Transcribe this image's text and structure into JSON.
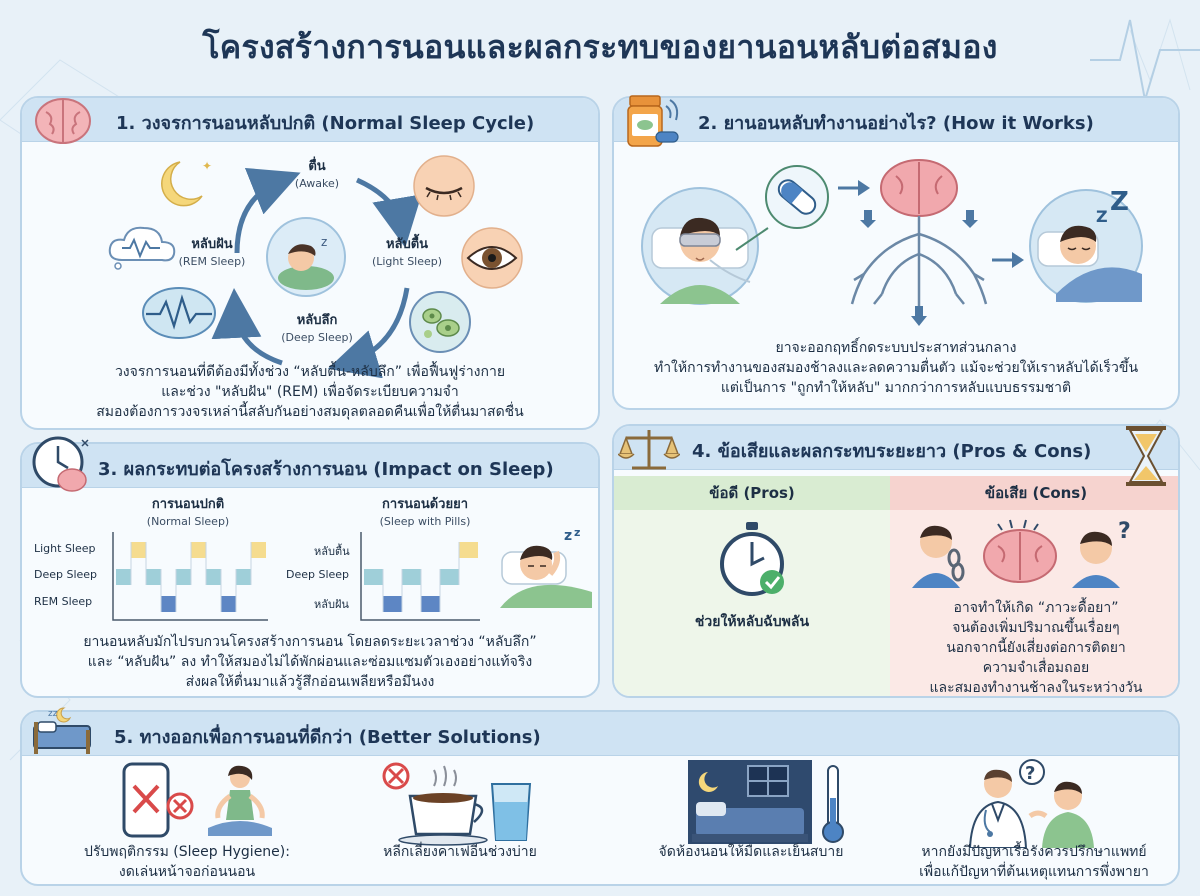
{
  "page_title": "โครงสร้างการนอนและผลกระทบของยานอนหลับต่อสมอง",
  "colors": {
    "navy": "#1e3656",
    "panel_head": "#cfe3f3",
    "panel_border": "#b9d3e8",
    "pros_head": "#d9ecd2",
    "pros_body": "#eef6ea",
    "cons_head": "#f6d3cf",
    "cons_body": "#fbe9e6",
    "light_sleep": "#f5dc8f",
    "deep_sleep": "#9fcfd9",
    "rem_sleep": "#5d86c4"
  },
  "panel1": {
    "title": "1. วงจรการนอนหลับปกติ (Normal Sleep Cycle)",
    "icon": "brain-icon",
    "stages": {
      "awake": {
        "th": "ตื่น",
        "en": "(Awake)"
      },
      "light": {
        "th": "หลับตื้น",
        "en": "(Light Sleep)"
      },
      "deep": {
        "th": "หลับลึก",
        "en": "(Deep Sleep)"
      },
      "rem": {
        "th": "หลับฝัน",
        "en": "(REM Sleep)"
      }
    },
    "caption": [
      "วงจรการนอนที่ดีต้องมีทั้งช่วง “หลับตื้น-หลับลึก” เพื่อฟื้นฟูร่างกาย",
      "และช่วง \"หลับฝัน\" (REM) เพื่อจัดระเบียบความจำ",
      "สมองต้องการวงจรเหล่านี้สลับกันอย่างสมดุลตลอดคืนเพื่อให้ตื่นมาสดชื่น"
    ]
  },
  "panel2": {
    "title": "2. ยานอนหลับทำงานอย่างไร? (How it Works)",
    "icon": "pill-bottle-icon",
    "caption": [
      "ยาจะออกฤทธิ์กดระบบประสาทส่วนกลาง",
      "ทำให้การทำงานของสมองช้าลงและลดความตื่นตัว แม้จะช่วยให้เราหลับได้เร็วขึ้น",
      "แต่เป็นการ \"ถูกทำให้หลับ\" มากกว่าการหลับแบบธรรมชาติ"
    ]
  },
  "panel3": {
    "title": "3. ผลกระทบต่อโครงสร้างการนอน (Impact on Sleep)",
    "icon": "clock-brain-icon",
    "normal_title": {
      "th": "การนอนปกติ",
      "en": "(Normal Sleep)"
    },
    "pills_title": {
      "th": "การนอนด้วยยา",
      "en": "(Sleep with Pills)"
    },
    "normal_labels": [
      "Light Sleep",
      "Deep Sleep",
      "REM Sleep"
    ],
    "pills_labels": [
      "หลับตื้น",
      "Deep Sleep",
      "หลับฝัน"
    ],
    "caption": [
      "ยานอนหลับมักไปรบกวนโครงสร้างการนอน โดยลดระยะเวลาช่วง “หลับลึก”",
      "และ “หลับฝัน” ลง ทำให้สมองไม่ได้พักผ่อนและซ่อมแซมตัวเองอย่างแท้จริง",
      "ส่งผลให้ตื่นมาแล้วรู้สึกอ่อนเพลียหรือมึนงง"
    ]
  },
  "panel4": {
    "title": "4. ข้อเสียและผลกระทบระยะยาว (Pros & Cons)",
    "icon": "scale-icon",
    "pros_head": "ข้อดี (Pros)",
    "cons_head": "ข้อเสีย (Cons)",
    "pros_text": "ช่วยให้หลับฉับพลัน",
    "cons_text": [
      "อาจทำให้เกิด “ภาวะดื้อยา”",
      "จนต้องเพิ่มปริมาณขึ้นเรื่อยๆ",
      "นอกจากนี้ยังเสี่ยงต่อการติดยา",
      "ความจำเสื่อมถอย",
      "และสมองทำงานช้าลงในระหว่างวัน"
    ]
  },
  "panel5": {
    "title": "5. ทางออกเพื่อการนอนที่ดีกว่า (Better Solutions)",
    "icon": "bed-icon",
    "items": [
      [
        "ปรับพฤติกรรม (Sleep Hygiene):",
        "งดเล่นหน้าจอก่อนนอน"
      ],
      [
        "หลีกเลี่ยงคาเฟอีนช่วงบ่าย"
      ],
      [
        "จัดห้องนอนให้มืดและเย็นสบาย"
      ],
      [
        "หากยังมีปัญหาเรื้อรังควรปรึกษาแพทย์",
        "เพื่อแก้ปัญหาที่ต้นเหตุแทนการพึ่งพายา"
      ]
    ]
  },
  "hypnogram_normal": [
    1,
    0,
    1,
    2,
    1,
    0,
    1,
    2,
    1,
    0
  ],
  "hypnogram_pills": [
    1,
    2,
    1,
    2,
    1,
    0
  ]
}
